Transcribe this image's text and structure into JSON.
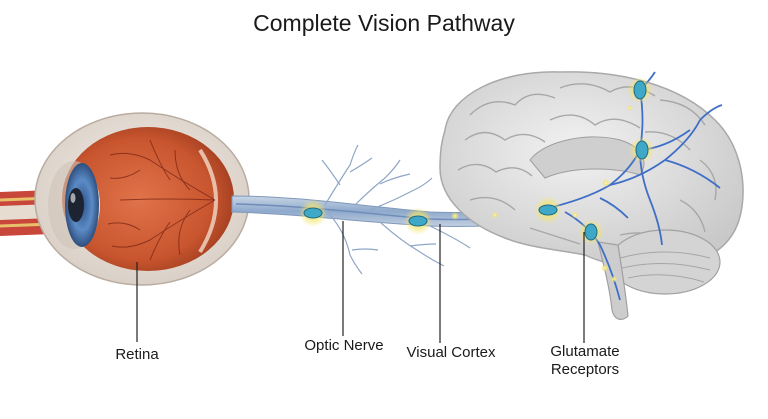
{
  "title": "Complete Vision Pathway",
  "labels": {
    "retina": "Retina",
    "optic_nerve": "Optic Nerve",
    "visual_cortex": "Visual Cortex",
    "glutamate_line1": "Glutamate",
    "glutamate_line2": "Receptors"
  },
  "colors": {
    "sclera": "#e9e2dc",
    "eye_interior": "#c8552e",
    "iris": "#4a79b4",
    "nerve": "#9fb7d4",
    "brain": "#dcdcdc",
    "nerve_branch": "#3f6fc6",
    "signal_glow": "#f3e46a"
  }
}
